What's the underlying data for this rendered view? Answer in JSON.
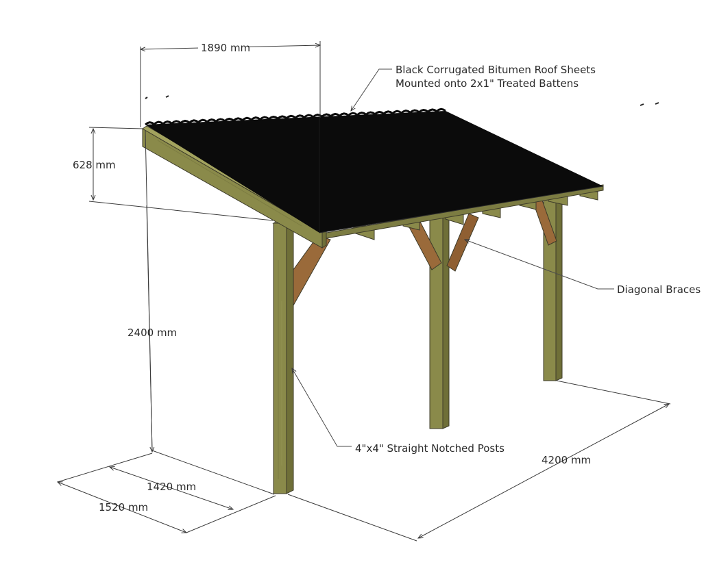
{
  "dimensions": {
    "top_width": "1890 mm",
    "roof_rise": "628 mm",
    "post_height": "2400 mm",
    "inner_depth": "1420 mm",
    "outer_depth": "1520 mm",
    "length": "4200 mm"
  },
  "labels": {
    "roof_line1": "Black Corrugated Bitumen Roof Sheets",
    "roof_line2": "Mounted onto 2x1\" Treated Battens",
    "braces": "Diagonal Braces",
    "posts": "4\"x4\" Straight Notched Posts"
  },
  "colors": {
    "timber": "#8a8a4a",
    "timber_dark": "#6f6f38",
    "timber_light": "#a3a35e",
    "brace": "#9a6a3a",
    "roof": "#0b0b0b"
  }
}
